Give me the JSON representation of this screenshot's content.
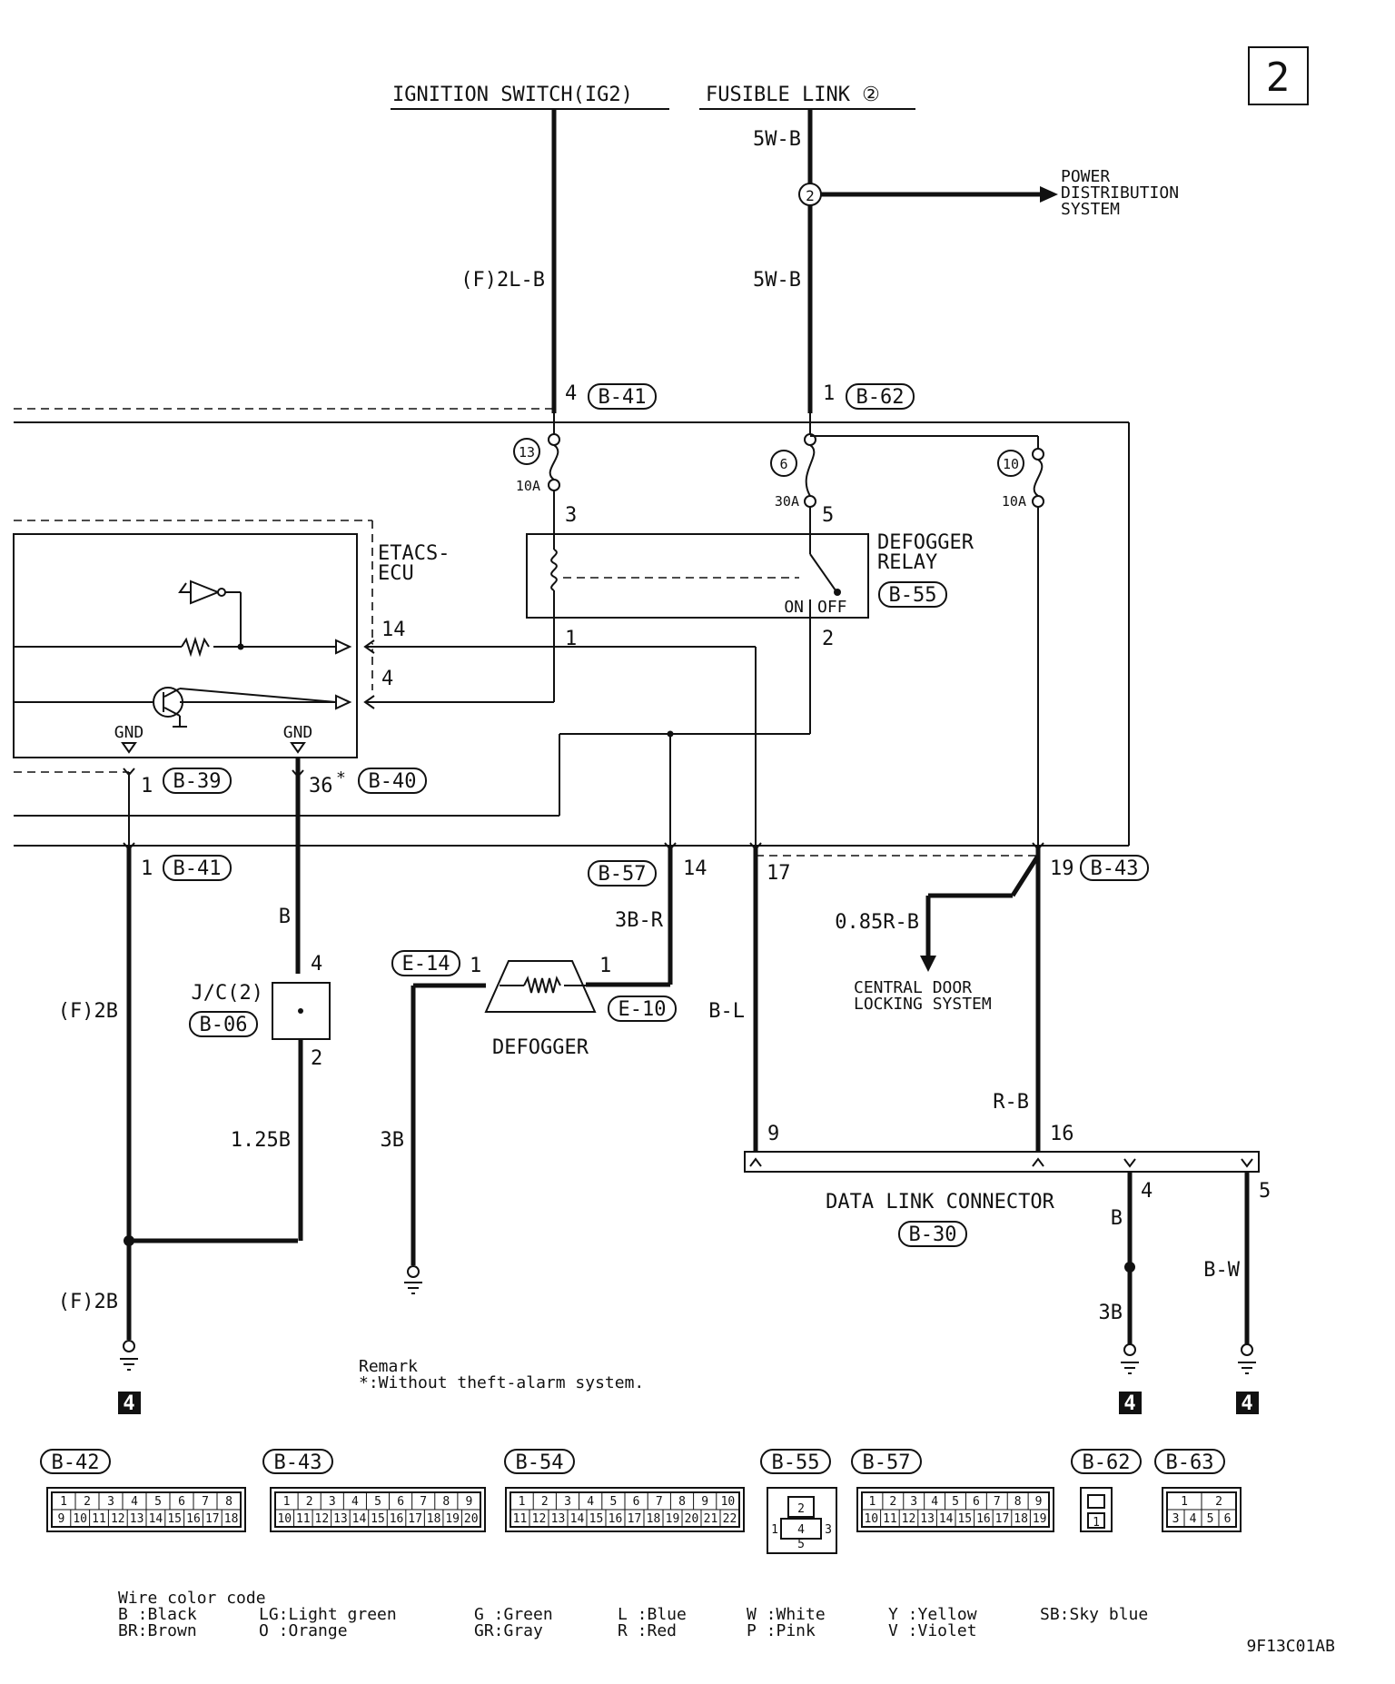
{
  "page_number": "2",
  "sources": {
    "ignition_switch": "IGNITION SWITCH(IG2)",
    "fusible_link": "FUSIBLE LINK ②"
  },
  "power_distribution": [
    "POWER",
    "DISTRIBUTION",
    "SYSTEM"
  ],
  "wires": {
    "ig_wire": "(F)2L-B",
    "fl_upper": "5W-B",
    "fl_lower": "5W-B",
    "gnd_left": "(F)2B",
    "gnd_left_lower": "(F)2B",
    "b_wire": "B",
    "jc_wire": "1.25B",
    "def_left": "3B",
    "def_right": "3B-R",
    "bl_wire": "B-L",
    "rb_wire": "R-B",
    "cdl_wire": "0.85R-B",
    "dlc4_wire": "B",
    "dlc4_lower": "3B",
    "dlc5_wire": "B-W"
  },
  "connectors": {
    "b41_top": "B-41",
    "b62": "B-62",
    "b55": "B-55",
    "b39": "B-39",
    "b40": "B-40",
    "b41_low": "B-41",
    "b57": "B-57",
    "b43": "B-43",
    "e14": "E-14",
    "e10": "E-10",
    "b06": "B-06",
    "b30": "B-30"
  },
  "pins": {
    "p4_top": "4",
    "p1_top": "1",
    "p3": "3",
    "p5": "5",
    "p1_relay": "1",
    "p2_relay": "2",
    "p14_ecu": "14",
    "p4_ecu": "4",
    "p1_b39": "1",
    "p36": "36",
    "p36_star": "*",
    "p1_b41": "1",
    "p14_b57": "14",
    "p17": "17",
    "p19": "19",
    "p4_jc": "4",
    "p2_jc": "2",
    "p1_e14": "1",
    "p1_e10": "1",
    "p9": "9",
    "p16": "16",
    "p4_dlc": "4",
    "p5_dlc": "5"
  },
  "fuses": [
    {
      "num": "13",
      "rating": "10A"
    },
    {
      "num": "6",
      "rating": "30A"
    },
    {
      "num": "10",
      "rating": "10A"
    }
  ],
  "components": {
    "etacs": [
      "ETACS-",
      "ECU"
    ],
    "relay": [
      "DEFOGGER",
      "RELAY"
    ],
    "relay_on": "ON",
    "relay_off": "OFF",
    "gnd1": "GND",
    "gnd2": "GND",
    "jc": "J/C(2)",
    "defogger": "DEFOGGER",
    "cdl": [
      "CENTRAL DOOR",
      "LOCKING SYSTEM"
    ],
    "dlc": "DATA LINK CONNECTOR"
  },
  "ground_refs": [
    "4",
    "4",
    "4"
  ],
  "remark": [
    "Remark",
    "*:Without theft-alarm system."
  ],
  "connector_views": [
    {
      "id": "B-42",
      "row1": [
        "1",
        "2",
        "3",
        "4",
        "5",
        "6",
        "7",
        "8"
      ],
      "row2": [
        "9",
        "10",
        "11",
        "12",
        "13",
        "14",
        "15",
        "16",
        "17",
        "18"
      ]
    },
    {
      "id": "B-43",
      "row1": [
        "1",
        "2",
        "3",
        "4",
        "5",
        "6",
        "7",
        "8",
        "9"
      ],
      "row2": [
        "10",
        "11",
        "12",
        "13",
        "14",
        "15",
        "16",
        "17",
        "18",
        "19",
        "20"
      ]
    },
    {
      "id": "B-54",
      "row1": [
        "1",
        "2",
        "3",
        "4",
        "5",
        "6",
        "7",
        "8",
        "9",
        "10"
      ],
      "row2": [
        "11",
        "12",
        "13",
        "14",
        "15",
        "16",
        "17",
        "18",
        "19",
        "20",
        "21",
        "22"
      ]
    },
    {
      "id": "B-55",
      "pins": [
        "1",
        "2",
        "3",
        "4",
        "5"
      ]
    },
    {
      "id": "B-57",
      "row1": [
        "1",
        "2",
        "3",
        "4",
        "5",
        "6",
        "7",
        "8",
        "9"
      ],
      "row2": [
        "10",
        "11",
        "12",
        "13",
        "14",
        "15",
        "16",
        "17",
        "18",
        "19"
      ]
    },
    {
      "id": "B-62",
      "pins": [
        "1"
      ]
    },
    {
      "id": "B-63",
      "row1": [
        "1",
        "2"
      ],
      "row2": [
        "3",
        "4",
        "5",
        "6"
      ]
    }
  ],
  "wire_color_code": {
    "title": "Wire color code",
    "col1": [
      "B :Black",
      "BR:Brown"
    ],
    "col2": [
      "LG:Light green",
      "O :Orange"
    ],
    "col3": [
      "G :Green",
      "GR:Gray"
    ],
    "col4": [
      "L :Blue",
      "R :Red"
    ],
    "col5": [
      "W :White",
      "P :Pink"
    ],
    "col6": [
      "Y :Yellow",
      "V :Violet"
    ],
    "col7": [
      "SB:Sky blue"
    ]
  },
  "doc_code": "9F13C01AB"
}
